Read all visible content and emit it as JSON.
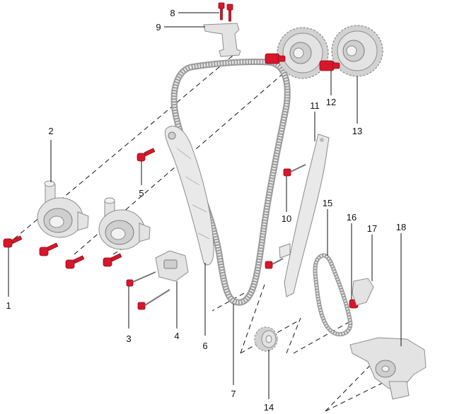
{
  "diagram": {
    "callouts": [
      "1",
      "2",
      "3",
      "4",
      "5",
      "6",
      "7",
      "8",
      "9",
      "10",
      "11",
      "12",
      "13",
      "14",
      "15",
      "16",
      "17",
      "18"
    ],
    "colors": {
      "fastener": "#d9162a",
      "part_gray": "#e3e3e3",
      "outline": "#8d8d8d",
      "line": "#111111"
    }
  }
}
